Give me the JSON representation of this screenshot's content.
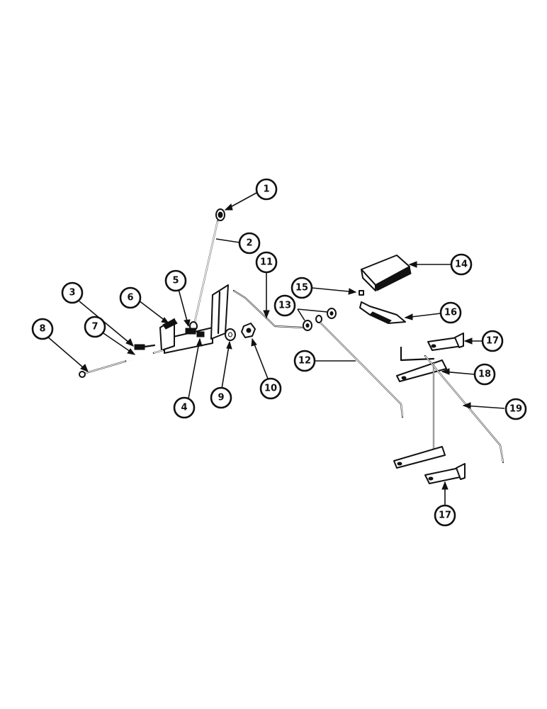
{
  "callouts": [
    {
      "id": "c1",
      "label": "1"
    },
    {
      "id": "c2",
      "label": "2"
    },
    {
      "id": "c3",
      "label": "3"
    },
    {
      "id": "c4",
      "label": "4"
    },
    {
      "id": "c5",
      "label": "5"
    },
    {
      "id": "c6",
      "label": "6"
    },
    {
      "id": "c7",
      "label": "7"
    },
    {
      "id": "c8",
      "label": "8"
    },
    {
      "id": "c9",
      "label": "9"
    },
    {
      "id": "c10",
      "label": "10"
    },
    {
      "id": "c11",
      "label": "11"
    },
    {
      "id": "c12",
      "label": "12"
    },
    {
      "id": "c13",
      "label": "13"
    },
    {
      "id": "c14",
      "label": "14"
    },
    {
      "id": "c15",
      "label": "15"
    },
    {
      "id": "c16",
      "label": "16"
    },
    {
      "id": "c17a",
      "label": "17"
    },
    {
      "id": "c18",
      "label": "18"
    },
    {
      "id": "c19",
      "label": "19"
    },
    {
      "id": "c17b",
      "label": "17"
    }
  ]
}
